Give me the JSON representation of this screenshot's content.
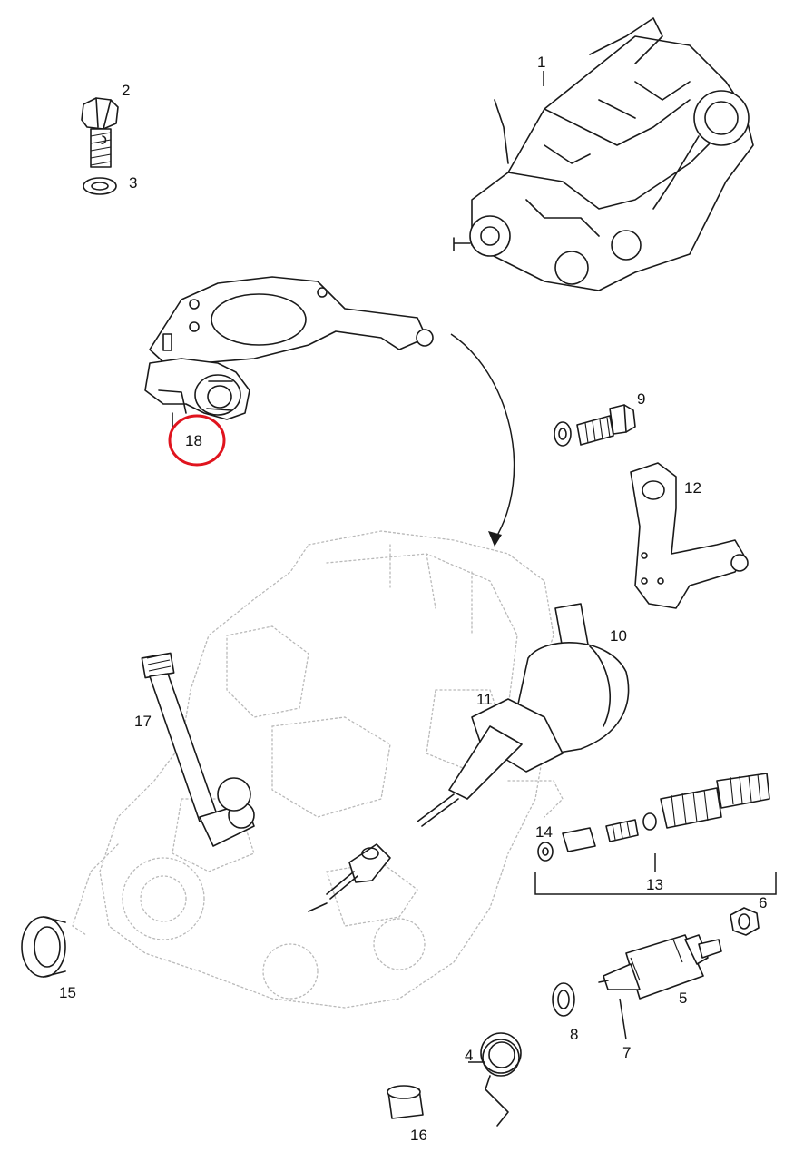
{
  "diagram": {
    "parts": [
      {
        "id": "part-1",
        "label": "1"
      },
      {
        "id": "part-2",
        "label": "2"
      },
      {
        "id": "part-3",
        "label": "3"
      },
      {
        "id": "part-4",
        "label": "4"
      },
      {
        "id": "part-5",
        "label": "5"
      },
      {
        "id": "part-6",
        "label": "6"
      },
      {
        "id": "part-7",
        "label": "7"
      },
      {
        "id": "part-8",
        "label": "8"
      },
      {
        "id": "part-9",
        "label": "9"
      },
      {
        "id": "part-10",
        "label": "10"
      },
      {
        "id": "part-11",
        "label": "11"
      },
      {
        "id": "part-12",
        "label": "12"
      },
      {
        "id": "part-13",
        "label": "13"
      },
      {
        "id": "part-14",
        "label": "14"
      },
      {
        "id": "part-15",
        "label": "15"
      },
      {
        "id": "part-16",
        "label": "16"
      },
      {
        "id": "part-17",
        "label": "17"
      },
      {
        "id": "part-18",
        "label": "18"
      }
    ],
    "highlighted_part": "18",
    "highlight_color": "#e0141e",
    "line_color": "#1a1a1a",
    "ghost_color": "#b9b9b9"
  }
}
